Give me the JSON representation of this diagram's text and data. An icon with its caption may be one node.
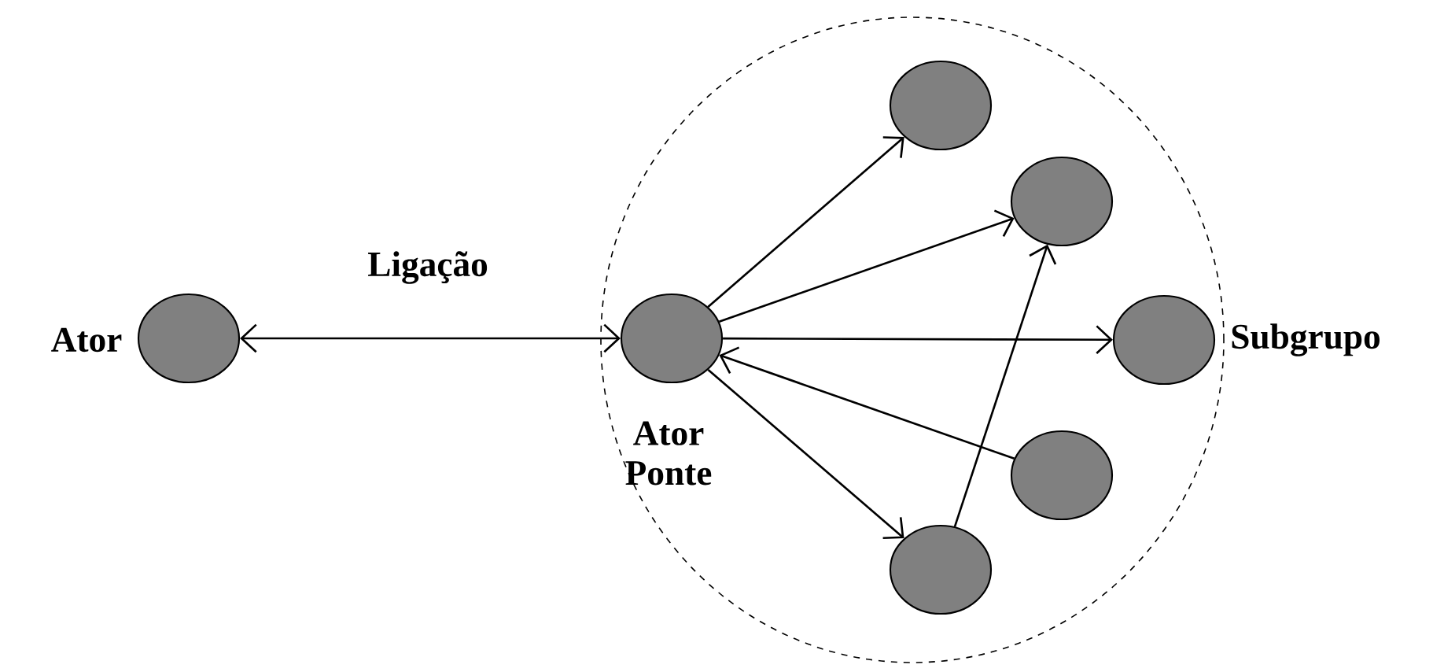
{
  "diagram": {
    "nodes": [
      {
        "text": [
          "Subgrupo"
        ]
      },
      {
        "text": [],
        "shape": "circle",
        "beside": [
          "Ator"
        ]
      },
      {
        "text": [],
        "shape": "circle",
        "beside": [
          "Ator Ponte"
        ],
        "in": 0
      },
      {
        "text": [],
        "shape": "circle",
        "in": 0
      },
      {
        "text": [],
        "shape": "circle",
        "in": 0
      },
      {
        "text": [],
        "shape": "circle",
        "in": 0
      },
      {
        "text": [],
        "shape": "circle",
        "in": 0
      },
      {
        "text": [],
        "shape": "circle",
        "in": 0
      }
    ],
    "edges": [
      {
        "from": 1,
        "to": 2,
        "arrow": "both",
        "label": "Ligação"
      },
      {
        "from": 2,
        "to": 3,
        "arrow": "to"
      },
      {
        "from": 2,
        "to": 4,
        "arrow": "to"
      },
      {
        "from": 2,
        "to": 5,
        "arrow": "to"
      },
      {
        "from": 6,
        "to": 2,
        "arrow": "to"
      },
      {
        "from": 2,
        "to": 7,
        "arrow": "to"
      },
      {
        "from": 7,
        "to": 4,
        "arrow": "to"
      }
    ]
  }
}
